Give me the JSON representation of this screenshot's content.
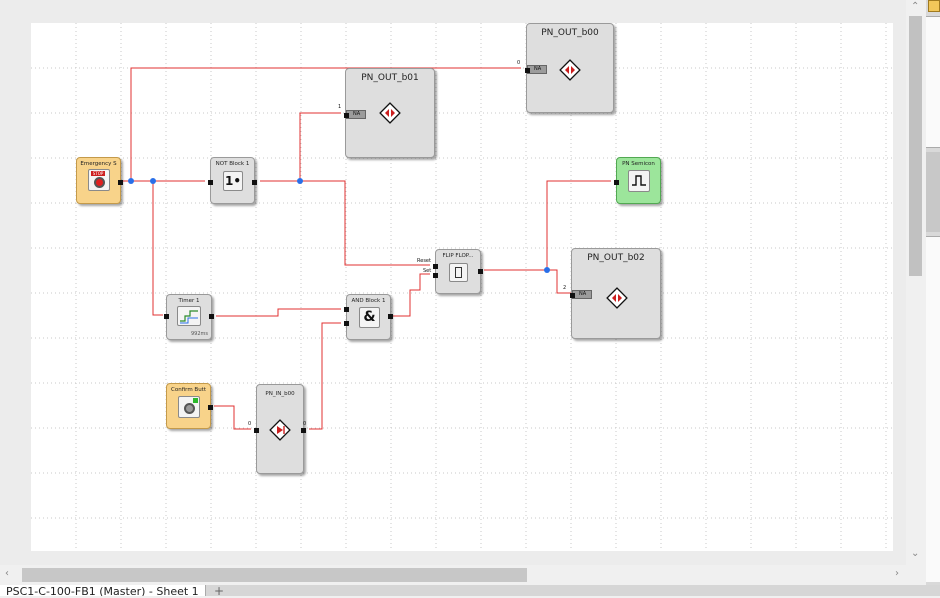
{
  "blocks": {
    "emergency": {
      "title": "Emergency S",
      "badge": "STOP"
    },
    "not_block": {
      "title": "NOT Block 1",
      "symbol": "1•"
    },
    "timer": {
      "title": "Timer 1",
      "value": "992ms"
    },
    "and_block": {
      "title": "AND Block 1",
      "symbol": "&"
    },
    "flipflop": {
      "title": "FLIP FLOP...",
      "reset_label": "Reset",
      "set_label": "Set"
    },
    "confirm": {
      "title": "Confirm Butt"
    },
    "pn_in": {
      "title": "PN_IN_b00",
      "in_index": "0",
      "out_index": "0"
    },
    "pn_out_b00": {
      "title": "PN_OUT_b00",
      "index": "0",
      "na": "NA"
    },
    "pn_out_b01": {
      "title": "PN_OUT_b01",
      "index": "1",
      "na": "NA"
    },
    "pn_out_b02": {
      "title": "PN_OUT_b02",
      "index": "2",
      "na": "NA"
    },
    "pn_semicon": {
      "title": "PN Semicon"
    }
  },
  "tab": {
    "label": "PSC1-C-100-FB1 (Master) - Sheet 1"
  },
  "colors": {
    "wire": "#e03030",
    "junction": "#2a6fe8"
  }
}
